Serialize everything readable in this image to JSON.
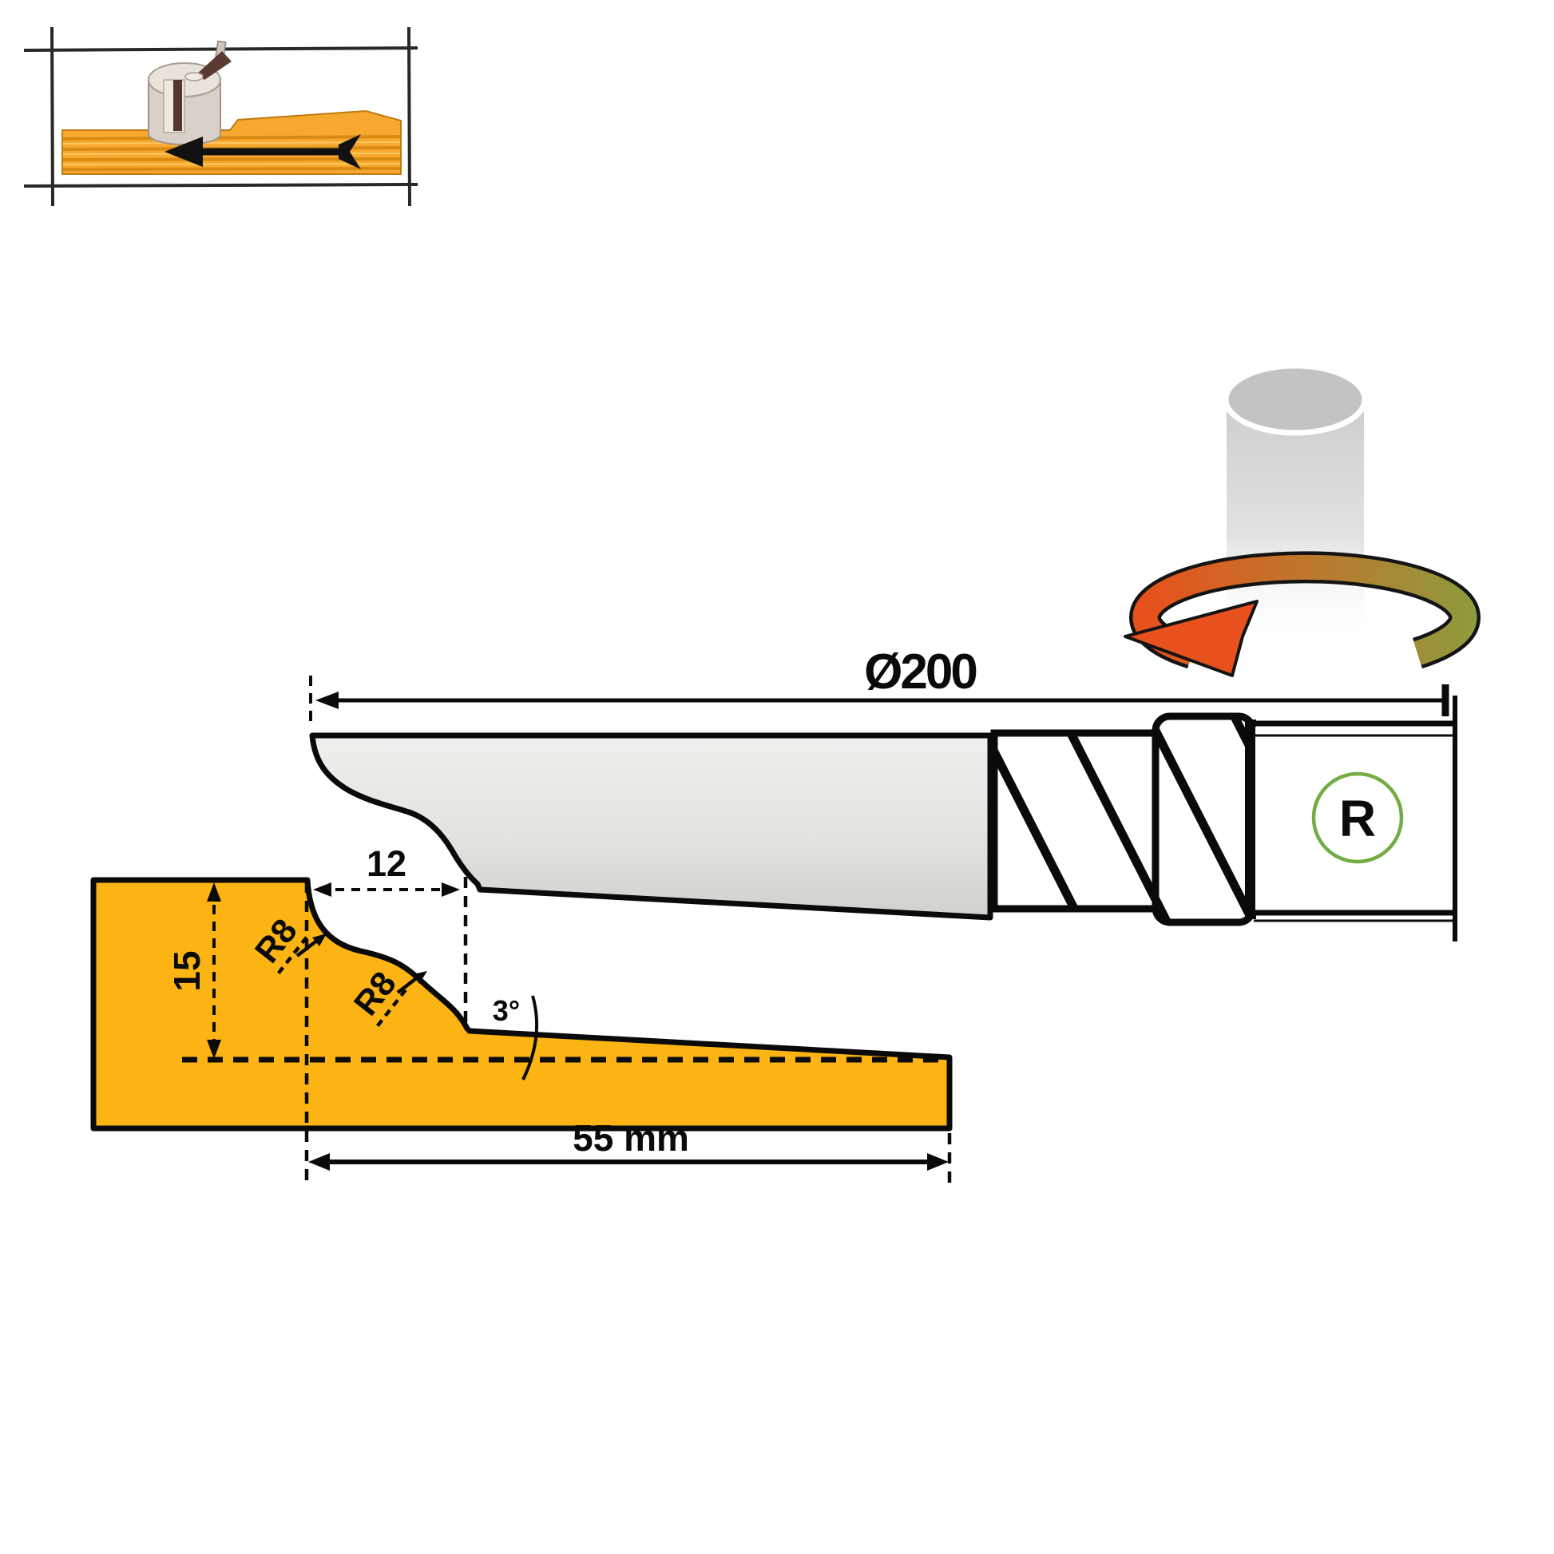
{
  "dimensions": {
    "diameter": "Ø200",
    "rebate_width": "12",
    "profile_height": "15",
    "radius_upper": "R8",
    "radius_lower": "R8",
    "bevel_angle": "3°",
    "profile_length": "55 mm"
  },
  "marks": {
    "rotation": "R"
  },
  "colors": {
    "wood_yellow": "#FBB413",
    "blade_gray_top": "#EFEFED",
    "blade_gray_bottom": "#D5D5D2",
    "outline_black": "#0A0A0A",
    "rotation_red": "#E8501C",
    "rotation_green": "#8F9A3E",
    "mark_green": "#73AC45",
    "inset_wood": "#F7A82E",
    "inset_wood_stripe": "#D98A12",
    "cutter_body": "#D9D0C9",
    "cutter_blade_brown": "#55372D"
  }
}
